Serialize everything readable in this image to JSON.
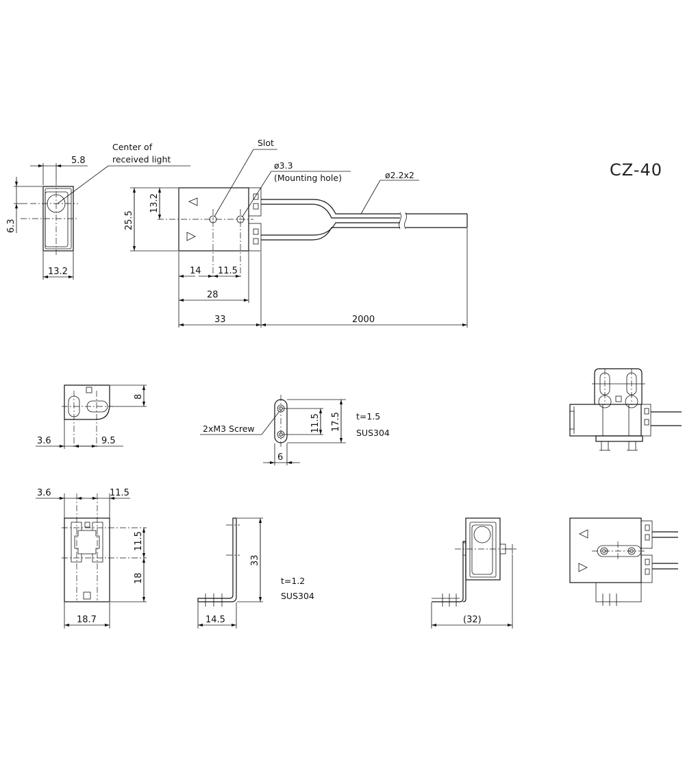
{
  "model": "CZ-40",
  "labels": {
    "center_of": "Center of",
    "received_light": "received light",
    "slot": "Slot",
    "hole_dia": "ø3.3",
    "mounting_hole": "(Mounting hole)",
    "cable": "ø2.2x2",
    "screw": "2xM3 Screw",
    "thk_15": "t=1.5",
    "thk_12": "t=1.2",
    "material_1": "SUS304",
    "material_2": "SUS304"
  },
  "dimensions": {
    "d5_8": "5.8",
    "d6_3": "6.3",
    "d13_2_w": "13.2",
    "d25_5": "25.5",
    "d13_2_h": "13.2",
    "d14": "14",
    "d11_5_a": "11.5",
    "d28": "28",
    "d33_a": "33",
    "d2000": "2000",
    "d8": "8",
    "d3_6_a": "3.6",
    "d9_5": "9.5",
    "d11_5_b": "11.5",
    "d17_5": "17.5",
    "d6": "6",
    "d3_6_b": "3.6",
    "d11_5_c": "11.5",
    "d11_5_d": "11.5",
    "d18": "18",
    "d18_7": "18.7",
    "d33_b": "33",
    "d14_5": "14.5",
    "d32": "(32)"
  }
}
